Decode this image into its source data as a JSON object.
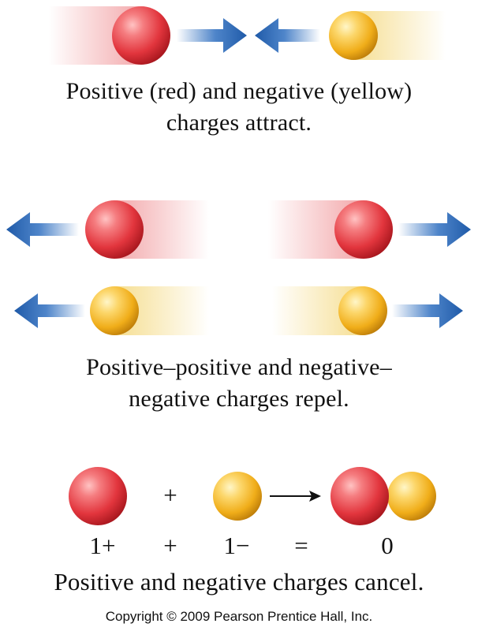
{
  "captions": {
    "attract_line1": "Positive (red) and negative (yellow)",
    "attract_line2": "charges attract.",
    "repel_line1": "Positive–positive and negative–",
    "repel_line2": "negative charges repel.",
    "cancel": "Positive and negative charges cancel."
  },
  "equation": {
    "plus_symbol": "+",
    "positive_charge": "1+",
    "plus": "+",
    "negative_charge": "1−",
    "equals": "=",
    "result": "0"
  },
  "copyright": "Copyright © 2009 Pearson Prentice Hall, Inc.",
  "colors": {
    "positive": "#e8323c",
    "negative": "#f2b51c",
    "arrow": "#2f6fc0"
  }
}
